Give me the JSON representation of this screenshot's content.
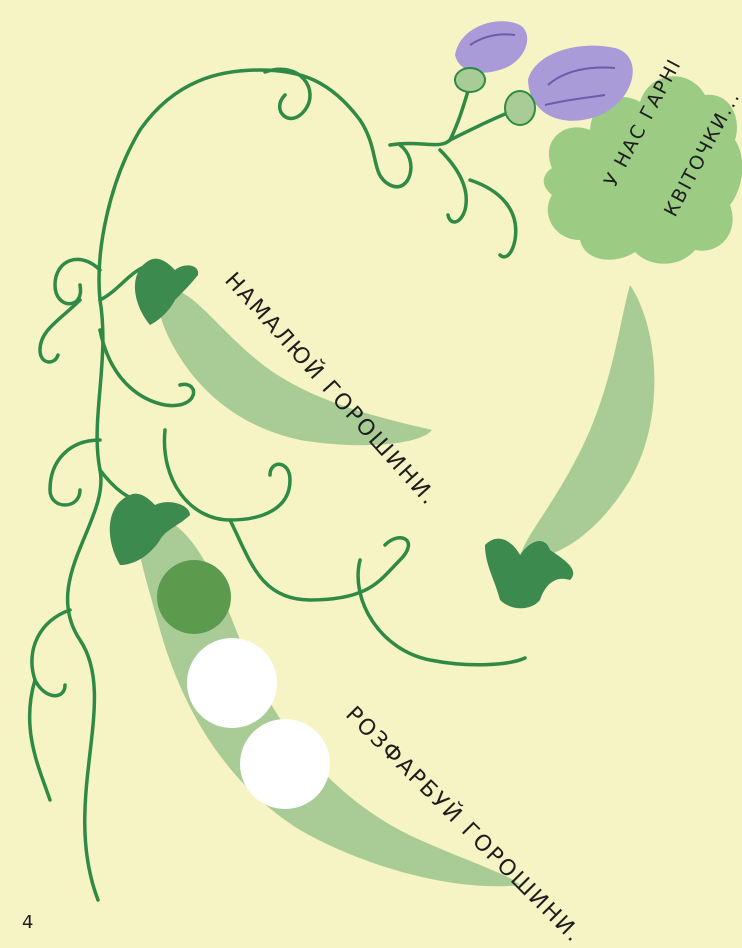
{
  "instructions": {
    "draw_peas": "НАМАЛЮЙ ГОРОШИНИ.",
    "color_peas": "РОЗФАРБУЙ ГОРОШИНИ."
  },
  "speech_bubble": {
    "line1": "У НАС ГАРНІ",
    "line2": "КВІТОЧКИ..."
  },
  "page_number": "4",
  "colors": {
    "background": "#f6f3c4",
    "vine": "#2f8a45",
    "leaf": "#3d8a4f",
    "pod": "#a9cc97",
    "pea_filled": "#5c9a4e",
    "pea_empty": "#ffffff",
    "flower_purple": "#a99ad8",
    "flower_stroke": "#6f5ba8",
    "bubble": "#9ccb84"
  },
  "icons": [
    "pea-pod",
    "flower-bud",
    "leaf-calyx",
    "speech-cloud"
  ]
}
